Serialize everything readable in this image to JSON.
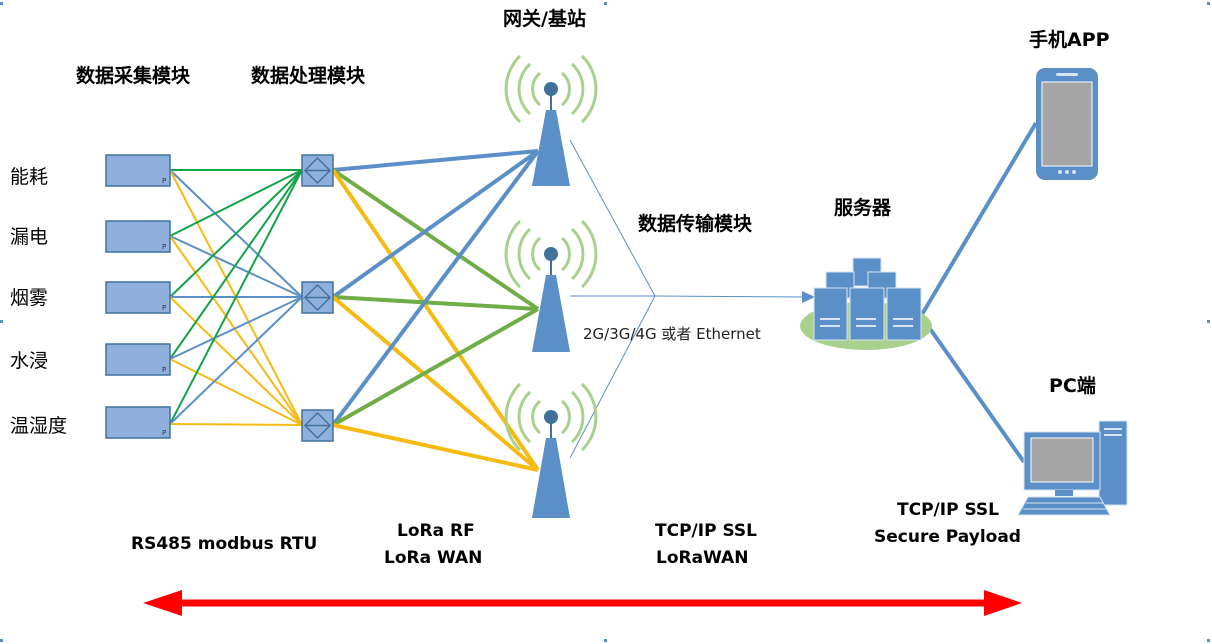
{
  "labels": {
    "acquisition_module": "数据采集模块",
    "processing_module": "数据处理模块",
    "gateway": "网关/基站",
    "transmission_module": "数据传输模块",
    "server": "服务器",
    "mobile_app": "手机APP",
    "pc": "PC端",
    "network": "2G/3G/4G 或者 Ethernet"
  },
  "sensors": [
    {
      "label": "能耗"
    },
    {
      "label": "漏电"
    },
    {
      "label": "烟雾"
    },
    {
      "label": "水浸"
    },
    {
      "label": "温湿度"
    }
  ],
  "module_mark": "P",
  "protocols": {
    "rs485": "RS485  modbus RTU",
    "lora_1": "LoRa RF",
    "lora_2": "LoRa WAN",
    "tcp_1": "TCP/IP SSL",
    "tcp_2": "LoRaWAN",
    "secure_1": "TCP/IP SSL",
    "secure_2": "Secure Payload"
  },
  "colors": {
    "blue_link": "#5b8fc7",
    "green_link": "#70ad47",
    "bright_green_link": "#13a34a",
    "yellow_link": "#f6bb12",
    "arrow": "#ff0000",
    "module_fill": "#8fb0dc",
    "module_stroke": "#41719c"
  }
}
